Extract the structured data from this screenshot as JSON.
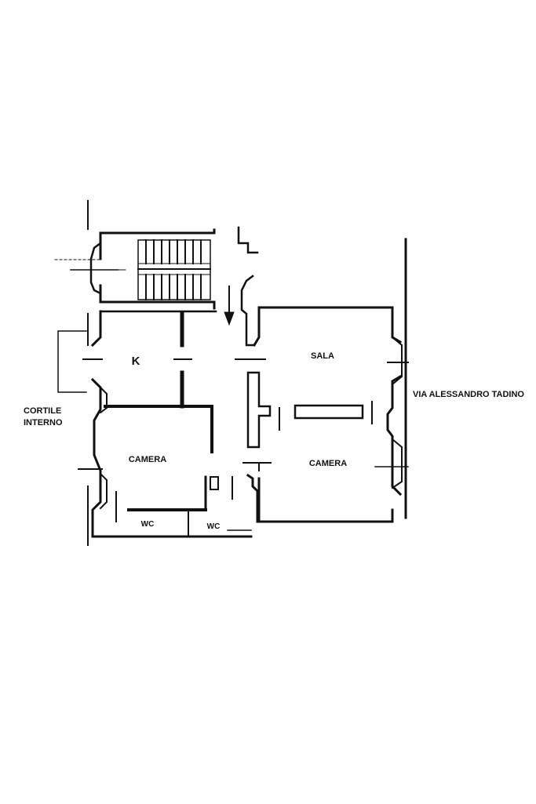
{
  "rooms": {
    "kitchen": "K",
    "living": "SALA",
    "bedroom_left": "CAMERA",
    "bedroom_right": "CAMERA",
    "wc_left": "WC",
    "wc_right": "WC"
  },
  "surroundings": {
    "courtyard_line1": "CORTILE",
    "courtyard_line2": "INTERNO",
    "street": "VIA ALESSANDRO TADINO"
  },
  "colors": {
    "ink": "#111111",
    "paper": "#ffffff"
  }
}
